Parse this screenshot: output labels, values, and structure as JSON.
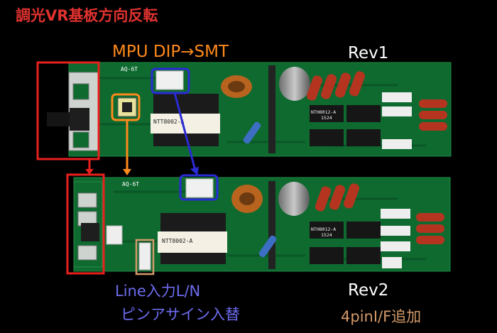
{
  "labels": {
    "title": "調光VR基板方向反転",
    "mpu_change": "MPU DIP→SMT",
    "rev1": "Rev1",
    "rev2": "Rev2",
    "line_input": "Line入力L/N",
    "pin_swap": "ピンアサイン入替",
    "four_pin": "4pinI/F追加"
  },
  "board_markings": {
    "rev1_model": "AQ-6T",
    "rev2_model": "AQ-6T",
    "rev1_transformer": "NTT8002-A",
    "rev2_transformer": "NTT8002-A",
    "relay_part": "NTH8012-A",
    "relay_code": "1524"
  },
  "colors": {
    "title": "#e0322f",
    "mpu_change": "#ff8a1c",
    "rev": "#ffffff",
    "line_input": "#6e6cf0",
    "four_pin": "#d49a6a",
    "red_box": "#e8201e",
    "orange_box": "#ff8a1c",
    "blue_box": "#2b2bd6",
    "pcb": "#0d6b2e"
  }
}
